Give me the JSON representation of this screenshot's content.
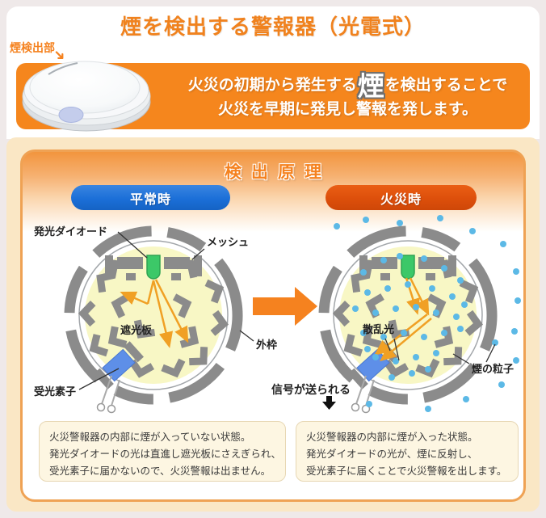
{
  "header": {
    "title": "煙を検出する警報器（光電式）",
    "detector_part_label": "煙検出部"
  },
  "banner": {
    "line1_before": "火災の初期から発生する",
    "line1_emphasis": "煙",
    "line1_after": "を検出することで",
    "line2": "火災を早期に発見し警報を発します。"
  },
  "principle": {
    "section_title": "検出原理",
    "normal": {
      "tab": "平常時",
      "led_label": "発光ダイオード",
      "mesh_label": "メッシュ",
      "shield_label": "遮光板",
      "outer_frame_label": "外枠",
      "receiver_label": "受光素子",
      "desc_line1": "火災警報器の内部に煙が入っていない状態。",
      "desc_line2": "発光ダイオードの光は直進し遮光板にさえぎられ、",
      "desc_line3": "受光素子に届かないので、火災警報は出ません。"
    },
    "fire": {
      "tab": "火災時",
      "scattered_light_label": "散乱光",
      "smoke_particle_label": "煙の粒子",
      "signal_label": "信号が送られる",
      "desc_line1": "火災警報器の内部に煙が入った状態。",
      "desc_line2": "発光ダイオードの光が、煙に反射し、",
      "desc_line3": "受光素子に届くことで火災警報を出します。"
    }
  },
  "colors": {
    "accent_orange": "#F5821F",
    "banner_orange": "#F5861D",
    "pill_blue": "#1B6FD8",
    "pill_red_orange": "#DD4F0B",
    "chamber_yellow": "#F8F7C5",
    "metal_gray": "#8B8B8B",
    "led_green": "#3CC868",
    "receiver_blue": "#5E8FE8",
    "smoke_dot_blue": "#5CB9E6",
    "panel_cream": "#FAE7C5"
  }
}
